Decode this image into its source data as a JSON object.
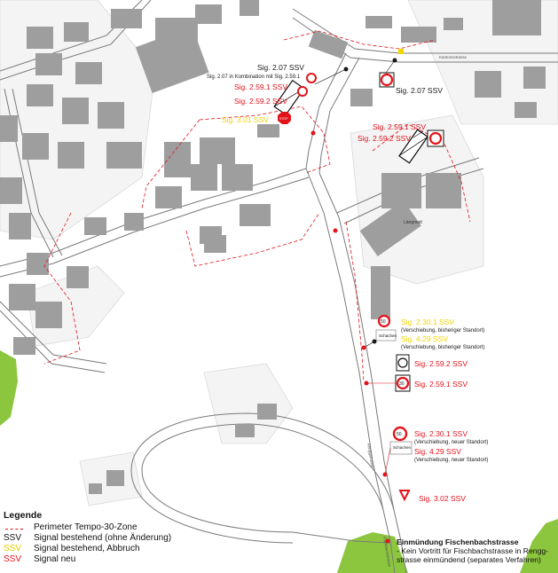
{
  "legend": {
    "title": "Legende",
    "items": [
      {
        "key": "",
        "label": "Perimeter Tempo-30-Zone"
      },
      {
        "key": "SSV",
        "label": "Signal bestehend (ohne Änderung)"
      },
      {
        "key": "SSV",
        "label": "Signal bestehend, Abbruch"
      },
      {
        "key": "SSV",
        "label": "Signal neu"
      }
    ]
  },
  "colors": {
    "new": "#e3131b",
    "removed": "#f2d400",
    "existing": "#1a1a1a",
    "perimeter": "#e3131b",
    "green": "#8cc63f"
  },
  "labels": {
    "sig207a": "Sig. 2.07 SSV",
    "sig207a_note": "Sig. 2.07 in Kombination mit Sig. 2.59.1",
    "sig2591a": "Sig. 2.59.1 SSV",
    "sig2592a": "Sig. 2.59.2 SSV",
    "sig301": "Sig. 3.01 SSV",
    "sig207b": "Sig. 2.07 SSV",
    "sig2591b": "Sig. 2.59.1 SSV",
    "sig2592b": "Sig. 2.59.2 SSV",
    "sig2301a": "Sig. 2.30.1 SSV",
    "sig2301a_note": "(Verschiebung, bisheriger Standort)",
    "sig429a": "Sig. 4.29 SSV",
    "sig429a_note": "(Verschiebung, bisheriger Standort)",
    "sig2592c": "Sig. 2.59.2 SSV",
    "sig2591c": "Sig. 2.59.1 SSV",
    "sig2301b": "Sig. 2.30.1 SSV",
    "sig2301b_note": "(Verschiebung, neuer Standort)",
    "sig429b": "Sig. 4.29 SSV",
    "sig429b_note": "(Verschiebung, neuer Standort)",
    "sig302": "Sig. 3.02 SSV"
  },
  "place_names": {
    "laengmatt": "Längmatt",
    "schachen1": "Schachen",
    "schachen2": "Schachen",
    "stop": "STOP",
    "kanton": "Kantonsstrasse",
    "renggstrasse": "Renggstrasse",
    "fischbach": "Fischbachstrasse",
    "sign50": "50",
    "sign30": "30"
  },
  "mouth": {
    "title": "Einmündung Fischenbachstrasse",
    "line1": "- Kein Vortritt für Fischbachstrasse in Rengg-",
    "line2": "strasse einmündend (separates Verfahren)"
  }
}
